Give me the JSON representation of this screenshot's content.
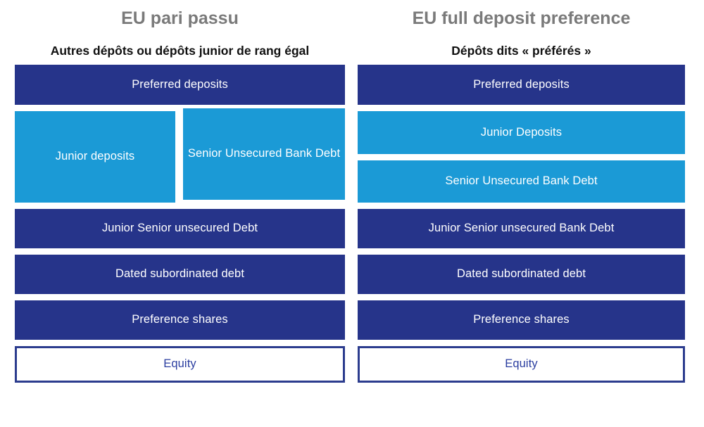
{
  "theme": {
    "background": "#ffffff",
    "dark_blue": "#26348A",
    "light_blue": "#1B9AD6",
    "equity_border": "#2c3c8e",
    "equity_text": "#2b3ea0",
    "title_color": "#7a7a7a",
    "subtitle_color": "#111111",
    "bar_text_color": "#ffffff"
  },
  "columns": [
    {
      "id": "eu-pari-passu",
      "title": "EU pari passu",
      "subtitle": "Autres dépôts ou dépôts junior de rang égal",
      "tiers": [
        {
          "label": "Preferred deposits",
          "style": "dark"
        },
        {
          "label": "Junior deposits",
          "style": "light"
        },
        {
          "label": "Senior Unsecured Bank Debt",
          "style": "light"
        },
        {
          "label": "Junior Senior unsecured Debt",
          "style": "dark"
        },
        {
          "label": "Dated subordinated debt",
          "style": "dark"
        },
        {
          "label": "Preference shares",
          "style": "dark"
        },
        {
          "label": "Equity",
          "style": "equity"
        }
      ]
    },
    {
      "id": "eu-full-deposit-preference",
      "title": "EU full deposit preference",
      "subtitle": "Dépôts dits « préférés »",
      "tiers": [
        {
          "label": "Preferred deposits",
          "style": "dark"
        },
        {
          "label": "Junior Deposits",
          "style": "light"
        },
        {
          "label": "Senior Unsecured Bank Debt",
          "style": "light"
        },
        {
          "label": "Junior Senior unsecured Bank Debt",
          "style": "dark"
        },
        {
          "label": "Dated subordinated debt",
          "style": "dark"
        },
        {
          "label": "Preference shares",
          "style": "dark"
        },
        {
          "label": "Equity",
          "style": "equity"
        }
      ]
    }
  ]
}
